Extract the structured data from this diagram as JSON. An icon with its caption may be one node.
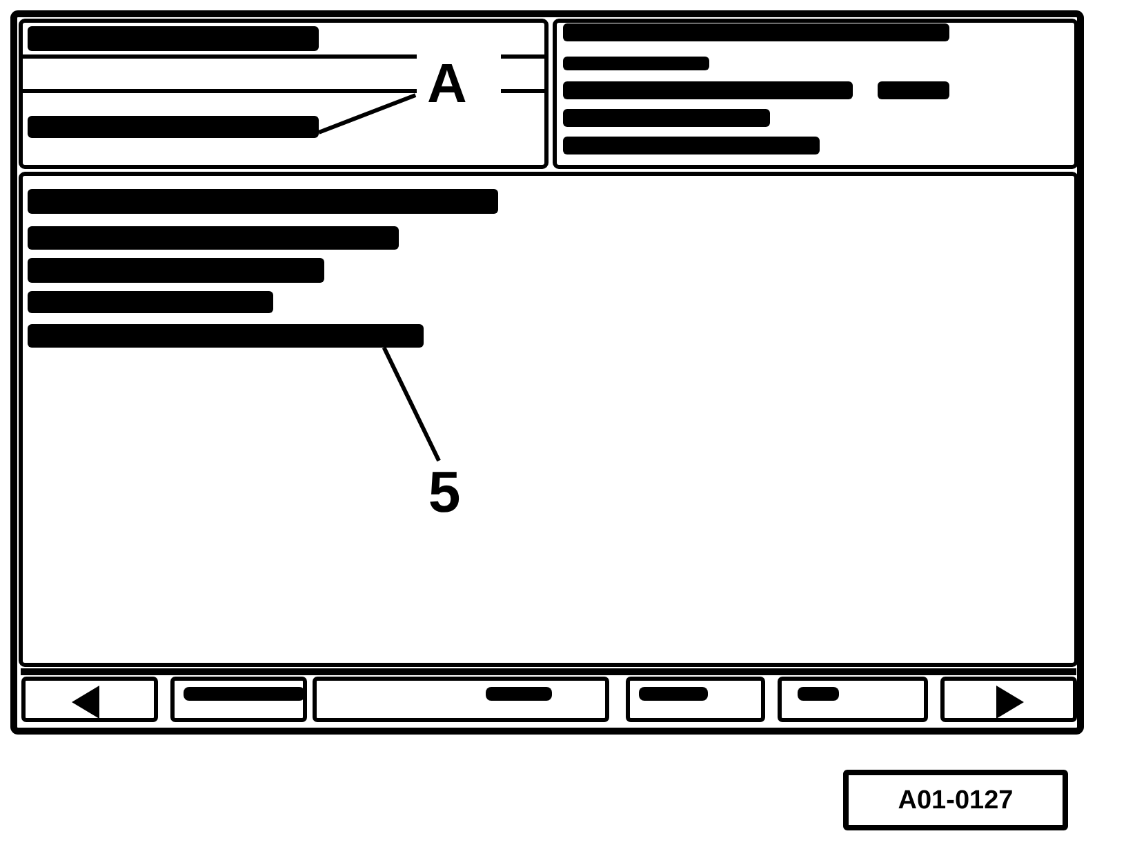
{
  "diagram": {
    "nodes": [
      {
        "text": [
          "A"
        ]
      },
      {
        "text": [],
        "shape": "bar"
      },
      {
        "text": [
          "5"
        ]
      },
      {
        "text": [],
        "shape": "bar"
      },
      {
        "text": [
          "A01-0127"
        ]
      }
    ],
    "edges": [
      {
        "from": 0,
        "to": 1,
        "arrow": "none"
      },
      {
        "from": 2,
        "to": 3,
        "arrow": "none"
      }
    ]
  }
}
